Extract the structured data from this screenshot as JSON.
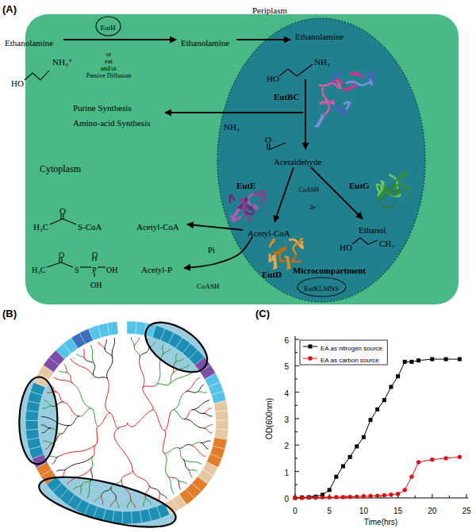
{
  "diagram": {
    "nodes": [
      {
        "text": [
          "Cytoplasm"
        ]
      },
      {
        "text": [
          "EutH"
        ],
        "in": 0
      },
      {
        "text": [
          "Microcompartment"
        ],
        "in": 0
      },
      {
        "text": [
          "EutKLMNS"
        ],
        "in": 2
      }
    ],
    "labels": [
      "(A)",
      "Periplasm",
      "Ethanolamine",
      "or",
      "eat",
      "and/or",
      "Passive Diffusion",
      "Ethanolamine",
      "Ethanolamine",
      "NH₃⁺",
      "HO",
      "HO",
      "NH₂",
      "EutBC",
      "Purine Synthesis",
      "Amino-acid Synthesis",
      "NH₃",
      "O",
      "Acetaldehyde",
      "EutE",
      "EutG",
      "CoASH",
      "2e⁻",
      "Acetyl-CoA",
      "Ethanol",
      "HO",
      "CH₃",
      "O",
      "H₃C",
      "S-CoA",
      "Acetyl-CoA",
      "Pi",
      "CoASH",
      "EutD",
      "O",
      "O",
      "H₃C",
      "S",
      "P",
      "OH",
      "OH",
      "Acetyl-P",
      "(B)",
      "(C)",
      "6",
      "5",
      "4",
      "3",
      "2",
      "1",
      "0",
      "OD(600nm)",
      "0",
      "5",
      "10",
      "15",
      "20",
      "25",
      "Time(hrs)"
    ],
    "legend": [
      {
        "text": "EA as nitrogen source"
      },
      {
        "text": "EA as carbon source"
      }
    ]
  }
}
